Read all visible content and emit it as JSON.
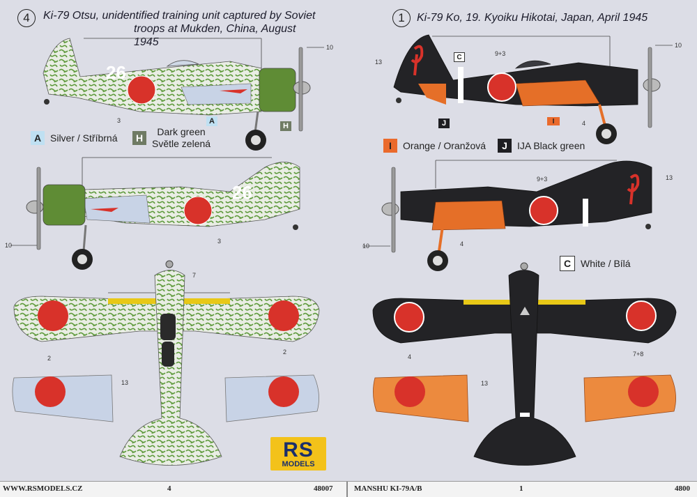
{
  "left_scheme": {
    "number": "4",
    "title_line1": "Ki-79 Otsu, unidentified training unit captured by Soviet",
    "title_line2": "troops at Mukden, China, August 1945",
    "legend": [
      {
        "code": "A",
        "label": "Silver / Stříbrná",
        "color": "#bfe0f2"
      },
      {
        "code": "H",
        "label_line1": "Dark green",
        "label_line2": "Světle zelená",
        "color": "#6f7b64"
      }
    ],
    "fuselage_code": "26",
    "callouts": {
      "c10a": "10",
      "c3a": "3",
      "c10b": "10",
      "c3b": "3",
      "c7": "7",
      "c2a": "2",
      "c13": "13",
      "c2b": "2"
    },
    "colors": {
      "camo_base": "#e9ede4",
      "camo_green": "#5e9a3c",
      "cowl": "#5f8c35",
      "hinomaru": "#d8322a"
    }
  },
  "right_scheme": {
    "number": "1",
    "title": "Ki-79 Ko, 19. Kyoiku Hikotai, Japan, April 1945",
    "legend": [
      {
        "code": "I",
        "label": "Orange / Oranžová",
        "color": "#ea6a2c"
      },
      {
        "code": "J",
        "label": "IJA Black green",
        "color": "#1e1e22"
      },
      {
        "code": "C",
        "label": "White / Bílá",
        "color": "#ffffff"
      }
    ],
    "callouts": {
      "c13a": "13",
      "c93a": "9+3",
      "c10a": "10",
      "c4a": "4",
      "c93b": "9+3",
      "c13b": "13",
      "c10b": "10",
      "c4b": "4",
      "c4c": "4",
      "c13c": "13",
      "c78": "7+8"
    },
    "colors": {
      "black": "#232326",
      "orange": "#e56f28",
      "hinomaru": "#d8322a"
    }
  },
  "logo": {
    "top": "RS",
    "bottom": "MODELS"
  },
  "footer": {
    "left_url": "WWW.RSMODELS.CZ",
    "left_page": "4",
    "left_code": "48007",
    "right_title": "MANSHU KI-79A/B",
    "right_page": "1",
    "right_code": "4800"
  }
}
